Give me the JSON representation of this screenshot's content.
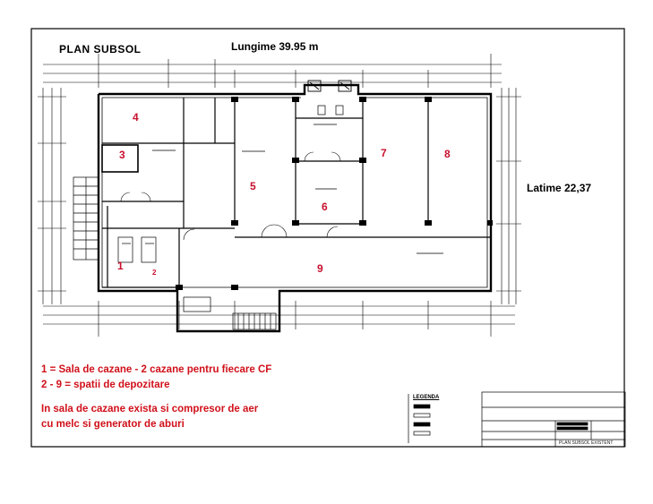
{
  "drawing": {
    "title": "PLAN  SUBSOL",
    "length_label": "Lungime 39.95 m",
    "width_label": "Latime 22,37"
  },
  "rooms": [
    {
      "number": "1"
    },
    {
      "number": "2"
    },
    {
      "number": "3"
    },
    {
      "number": "4"
    },
    {
      "number": "5"
    },
    {
      "number": "6"
    },
    {
      "number": "7"
    },
    {
      "number": "8"
    },
    {
      "number": "9"
    }
  ],
  "notes": {
    "line1": "1 = Sala de cazane - 2 cazane pentru fiecare CF",
    "line2": "2 - 9 = spatii de depozitare",
    "line3": "In sala de cazane exista si compresor de aer",
    "line4": "cu melc si generator de aburi"
  },
  "legend": {
    "title": "LEGENDA"
  },
  "title_block": {
    "sheet_name": "PLAN SUBSOL EXISTENT"
  },
  "colors": {
    "annotation_red": "#d0101a",
    "room_red": "#c8102e",
    "line": "#000000"
  }
}
